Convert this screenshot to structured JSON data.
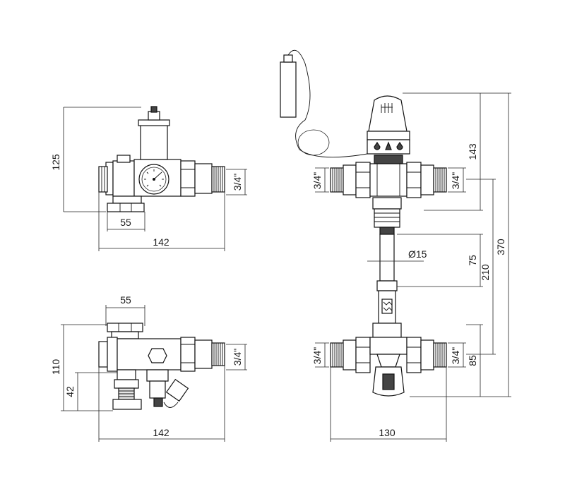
{
  "dimensions": {
    "top_left": {
      "height": "125",
      "width_inner": "55",
      "width_total": "142",
      "thread": "3/4\""
    },
    "bottom_left": {
      "height": "110",
      "height_low": "42",
      "width_inner": "55",
      "width_total": "142",
      "thread": "3/4\""
    },
    "right": {
      "thread_top_left": "3/4\"",
      "thread_top_right": "3/4\"",
      "thread_bottom_left": "3/4\"",
      "thread_bottom_right": "3/4\"",
      "diameter": "Ø15",
      "height_143": "143",
      "height_75": "75",
      "height_210": "210",
      "height_370": "370",
      "height_85": "85",
      "width_130": "130"
    }
  },
  "colors": {
    "line": "#111111",
    "fill": "#ffffff",
    "shade": "#e6e6e6"
  }
}
